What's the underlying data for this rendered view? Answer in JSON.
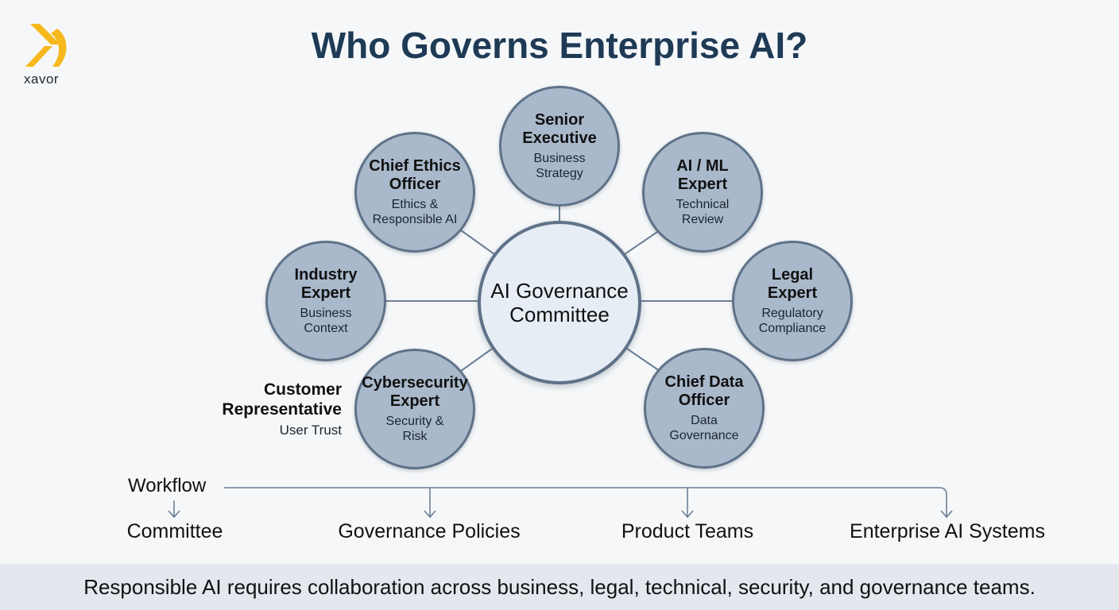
{
  "brand": {
    "name": "xavor"
  },
  "title": "Who Governs Enterprise AI?",
  "center": {
    "label": "AI Governance Committee"
  },
  "members": [
    {
      "id": "senior-executive",
      "name": "Senior Executive",
      "role": "Business Strategy"
    },
    {
      "id": "ai-ml-expert",
      "name": "AI / ML Expert",
      "role": "Technical Review"
    },
    {
      "id": "legal-expert",
      "name": "Legal Expert",
      "role": "Regulatory Compliance"
    },
    {
      "id": "chief-data-officer",
      "name": "Chief Data Officer",
      "role": "Data Governance"
    },
    {
      "id": "cybersecurity-expert",
      "name": "Cybersecurity Expert",
      "role": "Security & Risk"
    },
    {
      "id": "industry-expert",
      "name": "Industry Expert",
      "role": "Business Context"
    },
    {
      "id": "chief-ethics-officer",
      "name": "Chief Ethics Officer",
      "role": "Ethics & Responsible AI"
    }
  ],
  "customer_rep": {
    "name": "Customer Representative",
    "role": "User Trust"
  },
  "workflow": {
    "label": "Workflow",
    "steps": [
      "Committee",
      "Governance Policies",
      "Product Teams",
      "Enterprise AI Systems"
    ]
  },
  "footer": "Responsible AI requires collaboration across business, legal, technical, security, and governance teams.",
  "colors": {
    "title": "#1e3a55",
    "node_fill": "#a9b9cb",
    "node_border": "#5f7288",
    "center_fill": "#e6edf4",
    "logo": "#f6b81d"
  }
}
